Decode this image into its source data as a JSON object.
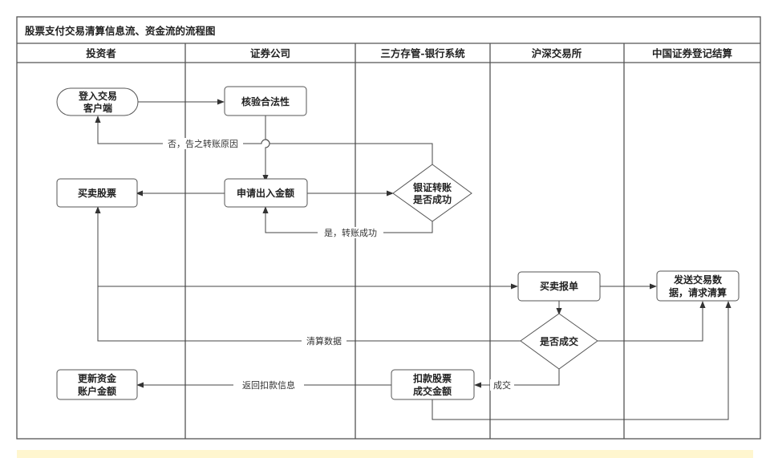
{
  "title": "股票支付交易清算信息流、资金流的流程图",
  "lanes": [
    {
      "label": "投资者"
    },
    {
      "label": "证券公司"
    },
    {
      "label": "三方存管-银行系统"
    },
    {
      "label": "沪深交易所"
    },
    {
      "label": "中国证券登记结算"
    }
  ],
  "nodes": {
    "login": {
      "shape": "terminator",
      "lines": [
        "登入交易",
        "客户端"
      ]
    },
    "verify": {
      "shape": "process",
      "lines": [
        "核验合法性"
      ]
    },
    "trade_stock": {
      "shape": "process",
      "lines": [
        "买卖股票"
      ]
    },
    "apply_amount": {
      "shape": "process",
      "lines": [
        "申请出入金额"
      ]
    },
    "bank_transfer_ok": {
      "shape": "decision",
      "lines": [
        "银证转账",
        "是否成功"
      ]
    },
    "order": {
      "shape": "process",
      "lines": [
        "买卖报单"
      ]
    },
    "send_data": {
      "shape": "process",
      "lines": [
        "发送交易数",
        "据，请求清算"
      ]
    },
    "deal_done": {
      "shape": "decision",
      "lines": [
        "是否成交"
      ]
    },
    "update_funds": {
      "shape": "process",
      "lines": [
        "更新资金",
        "账户金额"
      ]
    },
    "deduct": {
      "shape": "process",
      "lines": [
        "扣款股票",
        "成交金额"
      ]
    }
  },
  "edges": {
    "no_reason": "否，告之转账原因",
    "yes_success": "是，转账成功",
    "clearing_data": "清算数据",
    "return_deduct": "返回扣款信息",
    "deal": "成交"
  },
  "colors": {
    "line": "#444444",
    "note_bar": "#fff6cf"
  }
}
